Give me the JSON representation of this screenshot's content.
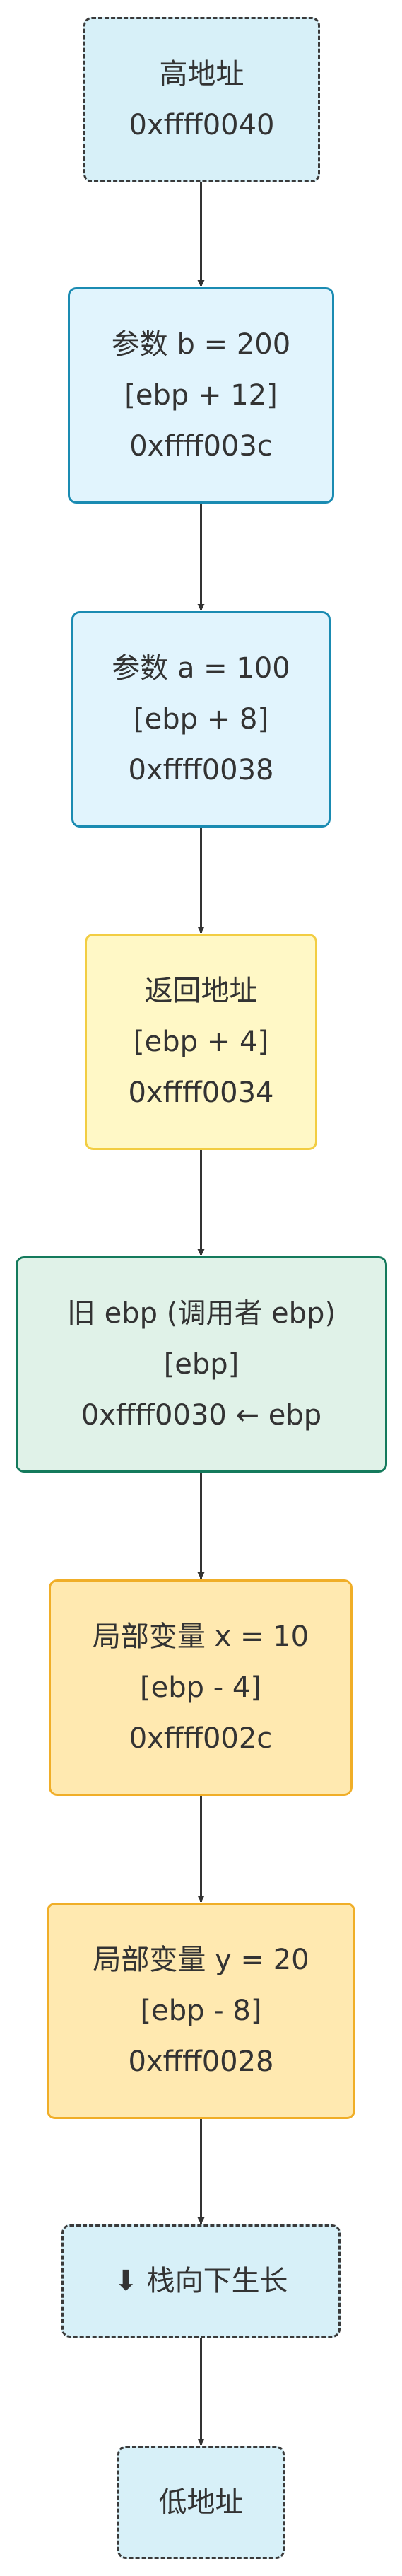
{
  "diagram": {
    "title": "",
    "nodes": [
      {
        "id": "high-address",
        "lines": [
          "高地址",
          "0xffff0040"
        ],
        "fill": "#d7f0f8",
        "stroke": "#3a3a3a",
        "dashed": true
      },
      {
        "id": "param-b",
        "lines": [
          "参数 b = 200",
          "[ebp + 12]",
          "0xffff003c"
        ],
        "fill": "#e1f4fd",
        "stroke": "#1a8bb2",
        "dashed": false
      },
      {
        "id": "param-a",
        "lines": [
          "参数 a = 100",
          "[ebp + 8]",
          "0xffff0038"
        ],
        "fill": "#e1f4fd",
        "stroke": "#1a8bb2",
        "dashed": false
      },
      {
        "id": "return-address",
        "lines": [
          "返回地址",
          "[ebp + 4]",
          "0xffff0034"
        ],
        "fill": "#fff8c6",
        "stroke": "#f2cd42",
        "dashed": false
      },
      {
        "id": "old-ebp",
        "lines": [
          "旧 ebp (调用者 ebp)",
          "[ebp]",
          "0xffff0030 ← ebp"
        ],
        "fill": "#e0f2e8",
        "stroke": "#147a5c",
        "dashed": false
      },
      {
        "id": "local-x",
        "lines": [
          "局部变量 x = 10",
          "[ebp - 4]",
          "0xffff002c"
        ],
        "fill": "#ffe9b0",
        "stroke": "#f0ae28",
        "dashed": false
      },
      {
        "id": "local-y",
        "lines": [
          "局部变量 y = 20",
          "[ebp - 8]",
          "0xffff0028"
        ],
        "fill": "#ffe9b0",
        "stroke": "#f0ae28",
        "dashed": false
      },
      {
        "id": "stack-grows-down",
        "lines": [
          "⬇ 栈向下生长"
        ],
        "fill": "#d7f0f8",
        "stroke": "#3a3a3a",
        "dashed": true
      },
      {
        "id": "low-address",
        "lines": [
          "低地址"
        ],
        "fill": "#d7f0f8",
        "stroke": "#3a3a3a",
        "dashed": true
      }
    ],
    "edges": [
      {
        "from": "high-address",
        "to": "param-b"
      },
      {
        "from": "param-b",
        "to": "param-a"
      },
      {
        "from": "param-a",
        "to": "return-address"
      },
      {
        "from": "return-address",
        "to": "old-ebp"
      },
      {
        "from": "old-ebp",
        "to": "local-x"
      },
      {
        "from": "local-x",
        "to": "local-y"
      },
      {
        "from": "local-y",
        "to": "stack-grows-down"
      },
      {
        "from": "stack-grows-down",
        "to": "low-address"
      }
    ],
    "edge_color": "#333333"
  }
}
